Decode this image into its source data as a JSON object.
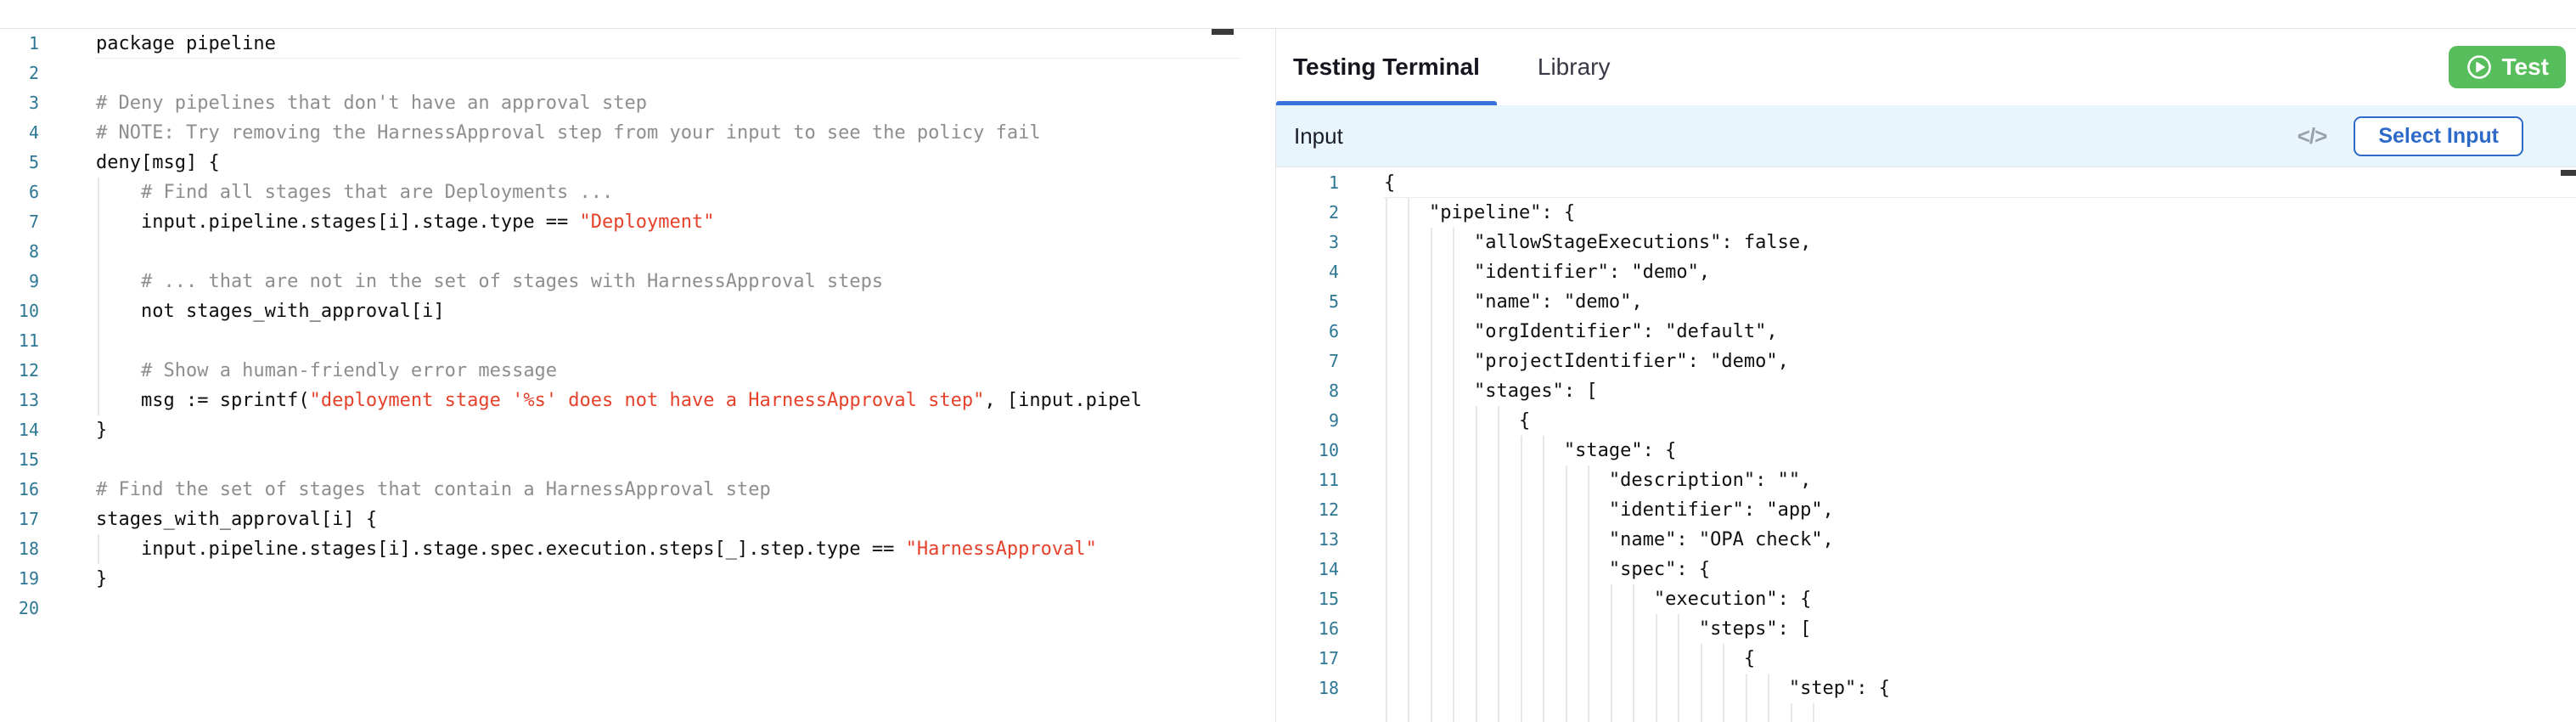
{
  "policy_editor": {
    "language": "rego",
    "lines": [
      {
        "n": "1",
        "g": 0,
        "cur": true,
        "segs": [
          {
            "c": "code",
            "t": "package pipeline"
          }
        ]
      },
      {
        "n": "2",
        "g": 0,
        "segs": []
      },
      {
        "n": "3",
        "g": 0,
        "segs": [
          {
            "c": "comment",
            "t": "# Deny pipelines that don't have an approval step"
          }
        ]
      },
      {
        "n": "4",
        "g": 0,
        "segs": [
          {
            "c": "comment",
            "t": "# NOTE: Try removing the HarnessApproval step from your input to see the policy fail"
          }
        ]
      },
      {
        "n": "5",
        "g": 0,
        "segs": [
          {
            "c": "code",
            "t": "deny[msg] {"
          }
        ]
      },
      {
        "n": "6",
        "g": 1,
        "segs": [
          {
            "c": "comment",
            "t": "    # Find all stages that are Deployments ..."
          }
        ]
      },
      {
        "n": "7",
        "g": 1,
        "segs": [
          {
            "c": "code",
            "t": "    input.pipeline.stages[i].stage.type == "
          },
          {
            "c": "string",
            "t": "\"Deployment\""
          }
        ]
      },
      {
        "n": "8",
        "g": 1,
        "segs": []
      },
      {
        "n": "9",
        "g": 1,
        "segs": [
          {
            "c": "comment",
            "t": "    # ... that are not in the set of stages with HarnessApproval steps"
          }
        ]
      },
      {
        "n": "10",
        "g": 1,
        "segs": [
          {
            "c": "code",
            "t": "    not stages_with_approval[i]"
          }
        ]
      },
      {
        "n": "11",
        "g": 1,
        "segs": []
      },
      {
        "n": "12",
        "g": 1,
        "segs": [
          {
            "c": "comment",
            "t": "    # Show a human-friendly error message"
          }
        ]
      },
      {
        "n": "13",
        "g": 1,
        "segs": [
          {
            "c": "code",
            "t": "    msg := sprintf("
          },
          {
            "c": "string",
            "t": "\"deployment stage '%s' does not have a HarnessApproval step\""
          },
          {
            "c": "code",
            "t": ", [input.pipel"
          }
        ]
      },
      {
        "n": "14",
        "g": 0,
        "segs": [
          {
            "c": "code",
            "t": "}"
          }
        ]
      },
      {
        "n": "15",
        "g": 0,
        "segs": []
      },
      {
        "n": "16",
        "g": 0,
        "segs": [
          {
            "c": "comment",
            "t": "# Find the set of stages that contain a HarnessApproval step"
          }
        ]
      },
      {
        "n": "17",
        "g": 0,
        "segs": [
          {
            "c": "code",
            "t": "stages_with_approval[i] {"
          }
        ]
      },
      {
        "n": "18",
        "g": 1,
        "segs": [
          {
            "c": "code",
            "t": "    input.pipeline.stages[i].stage.spec.execution.steps[_].step.type == "
          },
          {
            "c": "string",
            "t": "\"HarnessApproval\""
          }
        ]
      },
      {
        "n": "19",
        "g": 0,
        "segs": [
          {
            "c": "code",
            "t": "}"
          }
        ]
      },
      {
        "n": "20",
        "g": 0,
        "segs": []
      }
    ]
  },
  "terminal": {
    "tabs": [
      {
        "label": "Testing Terminal",
        "active": true
      },
      {
        "label": "Library",
        "active": false
      }
    ],
    "test_button": {
      "label": "Test",
      "icon": "play-circle-icon",
      "color": "#58BD5C"
    },
    "input_panel": {
      "title": "Input",
      "code_icon_glyph": "</>",
      "select_button_label": "Select Input",
      "lines": [
        {
          "n": "1",
          "g": 0,
          "cur": true,
          "t": "{"
        },
        {
          "n": "2",
          "g": 2,
          "t": "    \"pipeline\": {"
        },
        {
          "n": "3",
          "g": 4,
          "t": "        \"allowStageExecutions\": false,"
        },
        {
          "n": "4",
          "g": 4,
          "t": "        \"identifier\": \"demo\","
        },
        {
          "n": "5",
          "g": 4,
          "t": "        \"name\": \"demo\","
        },
        {
          "n": "6",
          "g": 4,
          "t": "        \"orgIdentifier\": \"default\","
        },
        {
          "n": "7",
          "g": 4,
          "t": "        \"projectIdentifier\": \"demo\","
        },
        {
          "n": "8",
          "g": 4,
          "t": "        \"stages\": ["
        },
        {
          "n": "9",
          "g": 6,
          "t": "            {"
        },
        {
          "n": "10",
          "g": 8,
          "t": "                \"stage\": {"
        },
        {
          "n": "11",
          "g": 10,
          "t": "                    \"description\": \"\","
        },
        {
          "n": "12",
          "g": 10,
          "t": "                    \"identifier\": \"app\","
        },
        {
          "n": "13",
          "g": 10,
          "t": "                    \"name\": \"OPA check\","
        },
        {
          "n": "14",
          "g": 10,
          "t": "                    \"spec\": {"
        },
        {
          "n": "15",
          "g": 12,
          "t": "                        \"execution\": {"
        },
        {
          "n": "16",
          "g": 14,
          "t": "                            \"steps\": ["
        },
        {
          "n": "17",
          "g": 16,
          "t": "                                {"
        },
        {
          "n": "18",
          "g": 18,
          "t": "                                    \"step\": {"
        },
        {
          "n": "",
          "g": 20,
          "t": ""
        }
      ]
    }
  },
  "colors": {
    "accent_blue": "#3672D9",
    "button_green": "#58BD5C",
    "string_red": "#E5412B",
    "comment_gray": "#8E8E8E",
    "line_number_teal": "#2D7795",
    "input_bar_blue": "#E9F5FC"
  }
}
